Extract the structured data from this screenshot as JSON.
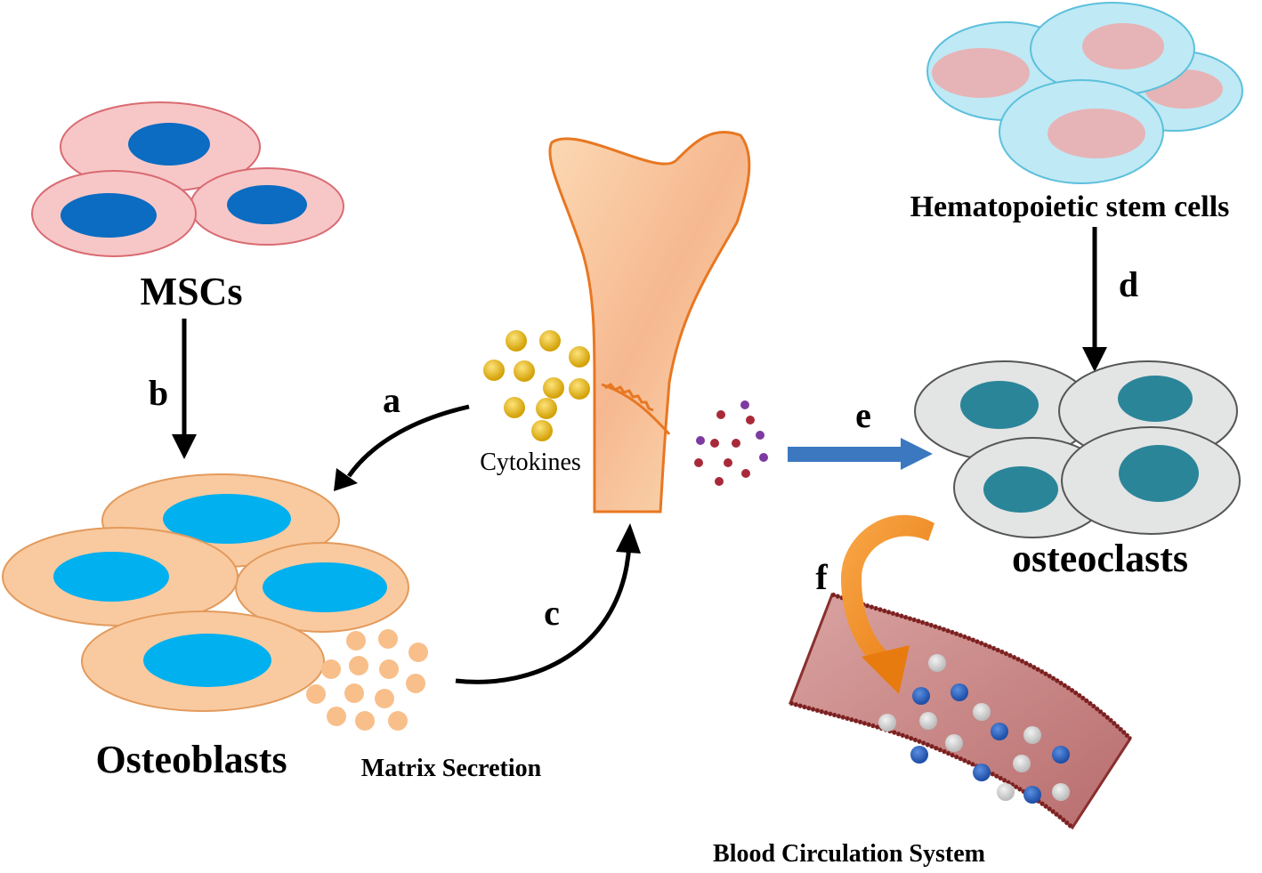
{
  "labels": {
    "mscs": "MSCs",
    "osteoblasts": "Osteoblasts",
    "hematopoietic": "Hematopoietic stem cells",
    "osteoclasts": "osteoclasts",
    "cytokines": "Cytokines",
    "matrix": "Matrix Secretion",
    "blood": "Blood Circulation System"
  },
  "steps": {
    "a": "a",
    "b": "b",
    "c": "c",
    "d": "d",
    "e": "e",
    "f": "f"
  },
  "colors": {
    "msc_cell": "#f7c7c8",
    "msc_nucleus": "#0b6cc1",
    "osteoblast_cell": "#f9caa0",
    "osteoblast_nucleus": "#00b0ef",
    "hsc_cell": "#bfe9f5",
    "hsc_nucleus": "#e6b4b6",
    "osteoclast_cell": "#e3e4e4",
    "osteoclast_nucleus": "#2b8599",
    "bone_outline": "#e87722",
    "cytokine_yellow": "#e0b20a",
    "matrix_particle": "#f8bf8a",
    "vessel": "#c47f7f",
    "arrow_blue": "#3c78c0",
    "arrow_orange": "#f08a1f"
  }
}
